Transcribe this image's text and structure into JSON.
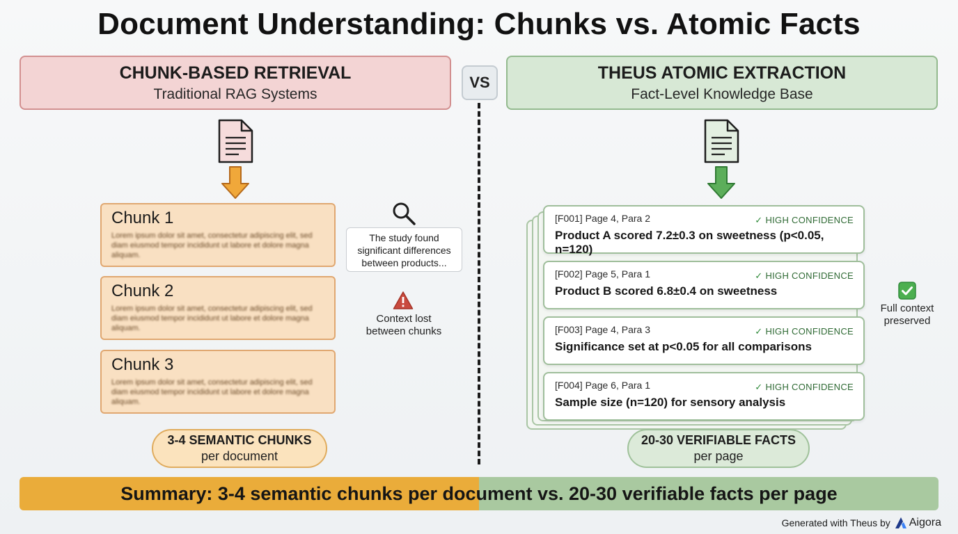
{
  "title": "Document Understanding: Chunks vs. Atomic Facts",
  "vs_label": "VS",
  "left": {
    "header_title": "CHUNK-BASED RETRIEVAL",
    "header_sub": "Traditional RAG Systems",
    "chunks": [
      {
        "label": "Chunk 1",
        "text": "Lorem ipsum dolor sit amet, consectetur adipiscing elit, sed diam eiusmod tempor incididunt ut labore et dolore magna aliquam."
      },
      {
        "label": "Chunk 2",
        "text": "Lorem ipsum dolor sit amet, consectetur adipiscing elit, sed diam eiusmod tempor incididunt ut labore et dolore magna aliquam."
      },
      {
        "label": "Chunk 3",
        "text": "Lorem ipsum dolor sit amet, consectetur adipiscing elit, sed diam eiusmod tempor incididunt ut labore et dolore magna aliquam."
      }
    ],
    "callout": "The study found significant differences between products...",
    "warning": "Context lost between chunks",
    "pill_main": "3-4 SEMANTIC CHUNKS",
    "pill_sub": "per document"
  },
  "right": {
    "header_title": "THEUS ATOMIC EXTRACTION",
    "header_sub": "Fact-Level Knowledge Base",
    "facts": [
      {
        "meta": "[F001] Page 4, Para 2",
        "confidence": "HIGH CONFIDENCE",
        "text": "Product A scored 7.2±0.3 on sweetness (p<0.05, n=120)"
      },
      {
        "meta": "[F002] Page 5, Para 1",
        "confidence": "HIGH CONFIDENCE",
        "text": "Product B scored 6.8±0.4 on sweetness"
      },
      {
        "meta": "[F003] Page 4, Para 3",
        "confidence": "HIGH CONFIDENCE",
        "text": "Significance set at p<0.05 for all comparisons"
      },
      {
        "meta": "[F004] Page 6, Para 1",
        "confidence": "HIGH CONFIDENCE",
        "text": "Sample size (n=120) for sensory analysis"
      }
    ],
    "context_note": "Full context preserved",
    "pill_main": "20-30 VERIFIABLE FACTS",
    "pill_sub": "per page"
  },
  "summary": "Summary: 3-4 semantic chunks per document vs. 20-30 verifiable facts per page",
  "footer": {
    "prefix": "Generated with Theus by",
    "brand": "Aigora"
  },
  "colors": {
    "left_accent": "#e0a770",
    "right_accent": "#93ba8e",
    "summary_left": "#eaac3a",
    "summary_right": "#a9c9a0",
    "check_green": "#2f8a3a"
  },
  "icons": {
    "left_document": "document-icon",
    "left_arrow": "arrow-down-icon",
    "search": "search-icon",
    "warning": "warning-icon",
    "right_document": "document-icon",
    "right_arrow": "arrow-down-icon",
    "check": "checkmark-icon"
  }
}
